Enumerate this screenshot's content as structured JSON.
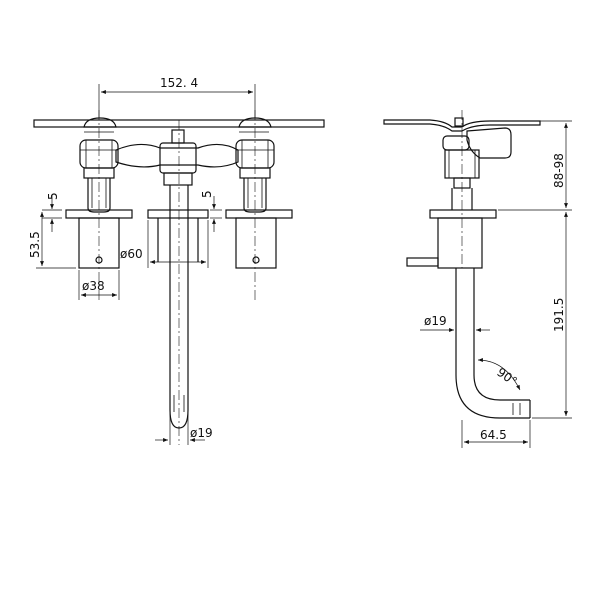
{
  "front_view": {
    "dims": {
      "centers": "152. 4",
      "offset_left": "5",
      "offset_right": "5",
      "height": "53.5",
      "body_diameter": "ø60",
      "handle_diameter": "ø38",
      "spout_diameter": "ø19"
    }
  },
  "side_view": {
    "dims": {
      "lever_range": "88-98",
      "depth": "191.5",
      "spout_diameter": "ø19",
      "bend_angle": "90°",
      "reach": "64.5"
    }
  }
}
